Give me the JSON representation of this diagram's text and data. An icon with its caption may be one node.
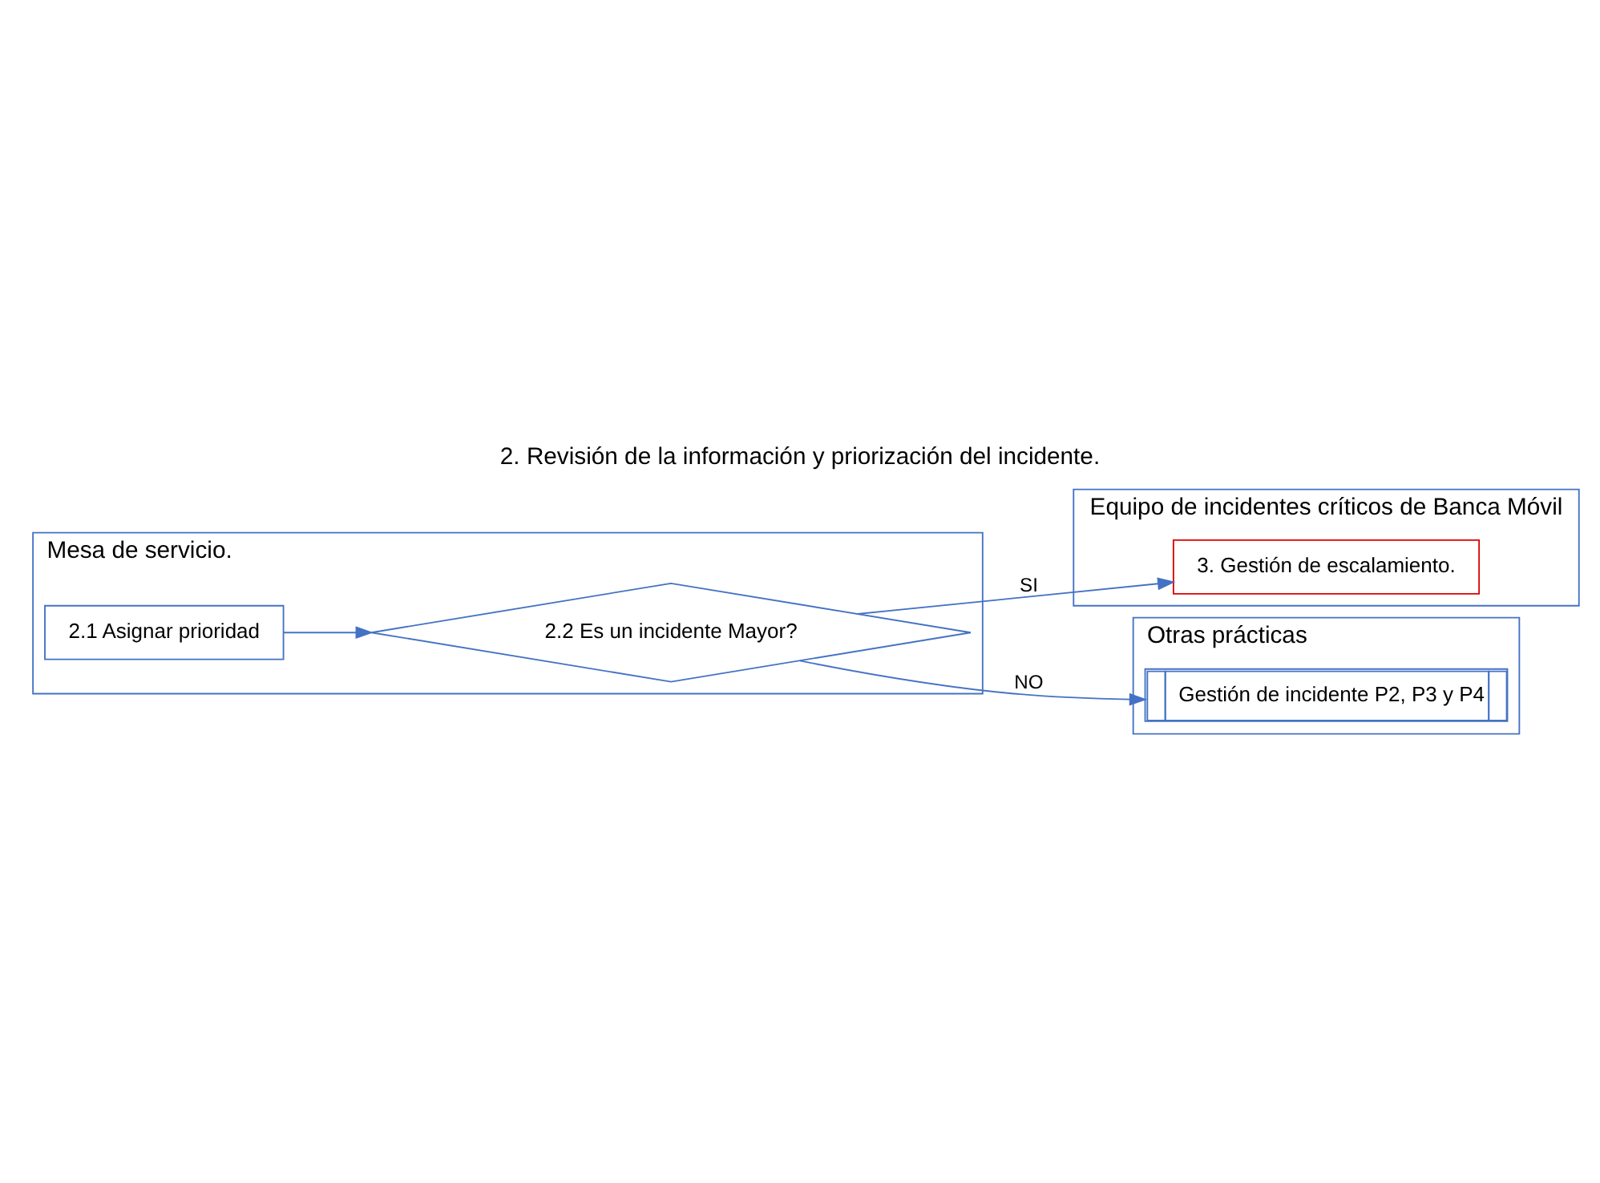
{
  "diagram": {
    "title": "2. Revisión de la información y priorización del incidente.",
    "nodes": [
      {
        "text": [
          "Mesa de servicio."
        ]
      },
      {
        "text": [
          "2.1 Asignar prioridad"
        ],
        "in": 0
      },
      {
        "text": [
          "2.2 Es un incidente Mayor?"
        ],
        "in": 0
      },
      {
        "text": [
          "Equipo de incidentes críticos de Banca Móvil"
        ]
      },
      {
        "text": [
          "3. Gestión de escalamiento."
        ],
        "in": 3
      },
      {
        "text": [
          "Otras prácticas"
        ]
      },
      {
        "text": [
          "Gestión de incidente P2, P3 y P4"
        ],
        "in": 5
      }
    ],
    "edges": [
      {
        "from": 1,
        "to": 2,
        "arrow": "to"
      },
      {
        "from": 2,
        "to": 4,
        "label": "SI",
        "arrow": "to"
      },
      {
        "from": 2,
        "to": 6,
        "label": "NO",
        "arrow": "to"
      }
    ]
  }
}
